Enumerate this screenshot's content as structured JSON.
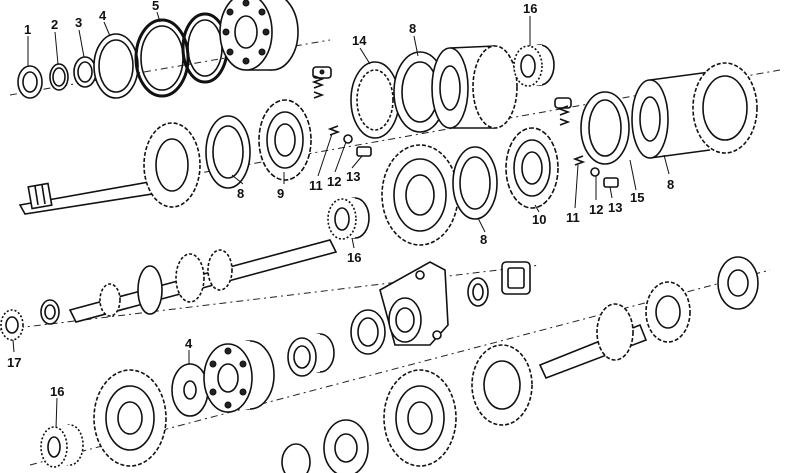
{
  "diagram": {
    "labels": {
      "l1": "1",
      "l2": "2",
      "l3": "3",
      "l4a": "4",
      "l5": "5",
      "l16a": "16",
      "l14": "14",
      "l8a": "8",
      "l8b": "8",
      "l9": "9",
      "l11a": "11",
      "l12a": "12",
      "l13a": "13",
      "l11b": "11",
      "l12b": "12",
      "l13b": "13",
      "l15": "15",
      "l8c": "8",
      "l8d": "8",
      "l10": "10",
      "l16b": "16",
      "l17": "17",
      "l4b": "4",
      "l16c": "16"
    }
  }
}
